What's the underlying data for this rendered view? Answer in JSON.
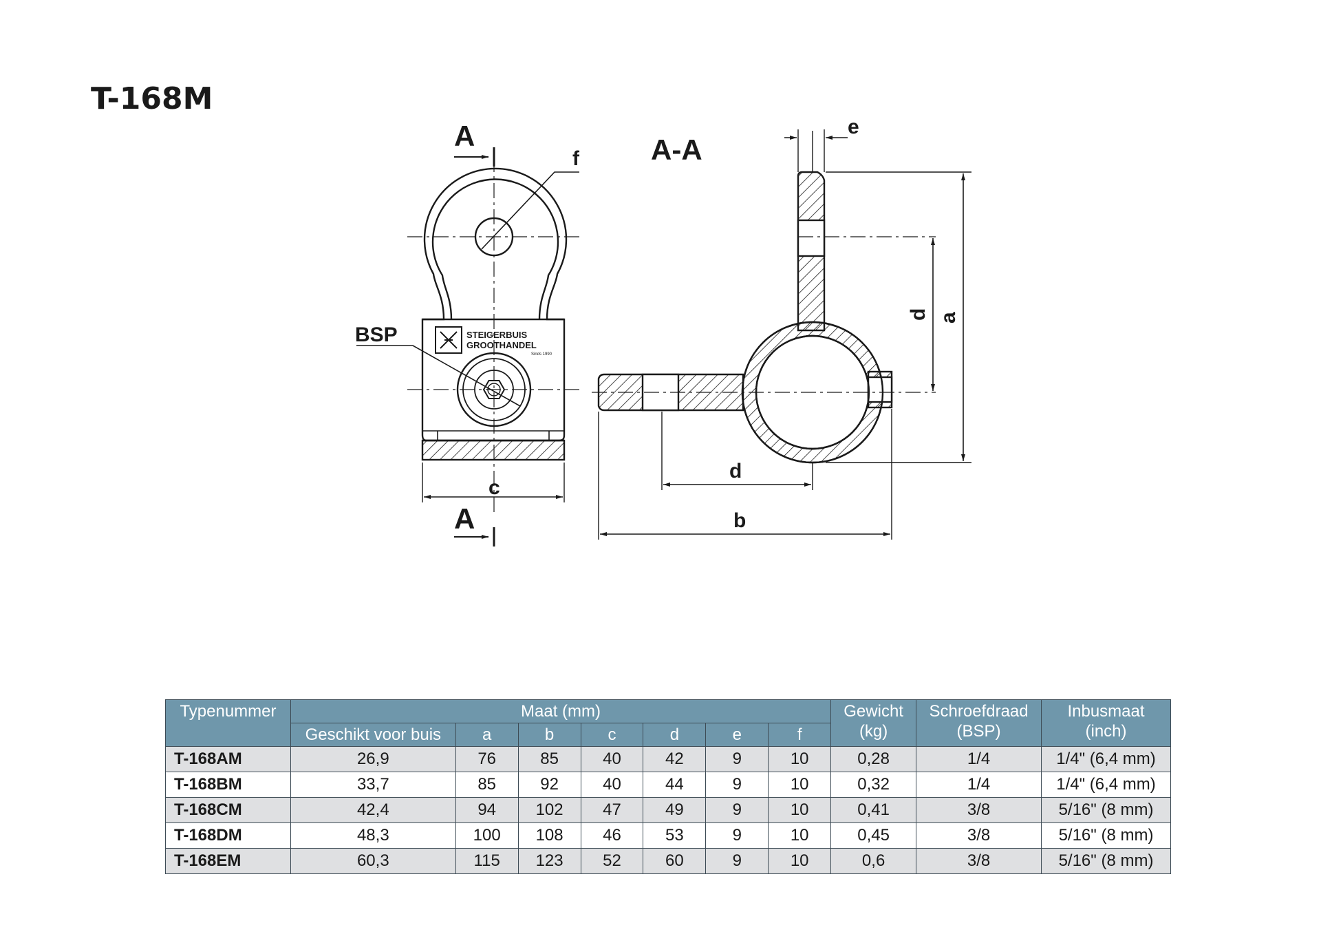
{
  "title": "T-168M",
  "drawing": {
    "section_marker": "A",
    "section_label": "A-A",
    "labels": {
      "a": "a",
      "b": "b",
      "c": "c",
      "d": "d",
      "e": "e",
      "f": "f",
      "bsp": "BSP"
    },
    "logo": {
      "line1": "STEIGERBUIS",
      "line2": "GROOTHANDEL",
      "tagline": "Sinds 1990"
    },
    "colors": {
      "line": "#1a1a1a",
      "hatch": "#1a1a1a"
    }
  },
  "table": {
    "header": {
      "type": "Typenummer",
      "maat": "Maat (mm)",
      "gewicht": "Gewicht\n(kg)",
      "schroef": "Schroefdraad\n(BSP)",
      "inbus": "Inbusmaat\n(inch)",
      "sub": [
        "Geschikt voor buis",
        "a",
        "b",
        "c",
        "d",
        "e",
        "f"
      ]
    },
    "rows": [
      [
        "T-168AM",
        "26,9",
        "76",
        "85",
        "40",
        "42",
        "9",
        "10",
        "0,28",
        "1/4",
        "1/4\" (6,4 mm)"
      ],
      [
        "T-168BM",
        "33,7",
        "85",
        "92",
        "40",
        "44",
        "9",
        "10",
        "0,32",
        "1/4",
        "1/4\" (6,4 mm)"
      ],
      [
        "T-168CM",
        "42,4",
        "94",
        "102",
        "47",
        "49",
        "9",
        "10",
        "0,41",
        "3/8",
        "5/16\" (8 mm)"
      ],
      [
        "T-168DM",
        "48,3",
        "100",
        "108",
        "46",
        "53",
        "9",
        "10",
        "0,45",
        "3/8",
        "5/16\" (8 mm)"
      ],
      [
        "T-168EM",
        "60,3",
        "115",
        "123",
        "52",
        "60",
        "9",
        "10",
        "0,6",
        "3/8",
        "5/16\" (8 mm)"
      ]
    ],
    "colors": {
      "header_bg": "#6f97ab",
      "header_text": "#ffffff",
      "shade_row": "#dfe0e2",
      "border": "#3d4b55"
    }
  }
}
